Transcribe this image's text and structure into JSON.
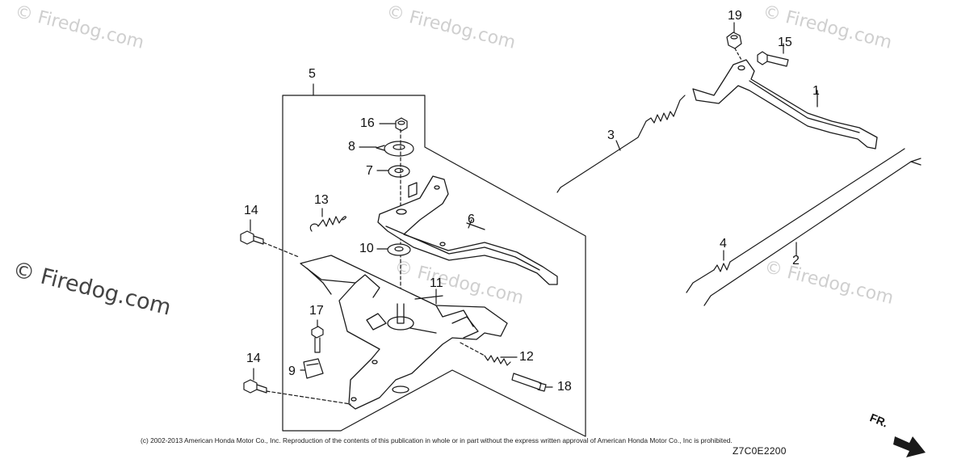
{
  "watermarks": [
    {
      "text": "© Firedog.com"
    },
    {
      "text": "© Firedog.com"
    },
    {
      "text": "© Firedog.com"
    },
    {
      "text": "© Firedog.com"
    },
    {
      "text": "© Firedog.com"
    },
    {
      "text": "© Firedog.com"
    }
  ],
  "callouts": {
    "c1": "1",
    "c2": "2",
    "c3": "3",
    "c4": "4",
    "c5": "5",
    "c6": "6",
    "c7": "7",
    "c8": "8",
    "c9": "9",
    "c10": "10",
    "c11": "11",
    "c12": "12",
    "c13": "13",
    "c14a": "14",
    "c14b": "14",
    "c15": "15",
    "c16": "16",
    "c17": "17",
    "c18": "18",
    "c19": "19"
  },
  "copyright": "(c) 2002-2013 American Honda Motor Co., Inc. Reproduction of the contents of this publication in whole or in part without the express written approval of American Honda Motor Co., Inc is prohibited.",
  "diagram_code": "Z7C0E2200",
  "front_marker": "FR.",
  "colors": {
    "line": "#1a1a1a",
    "watermark": "#cfcfcf"
  }
}
